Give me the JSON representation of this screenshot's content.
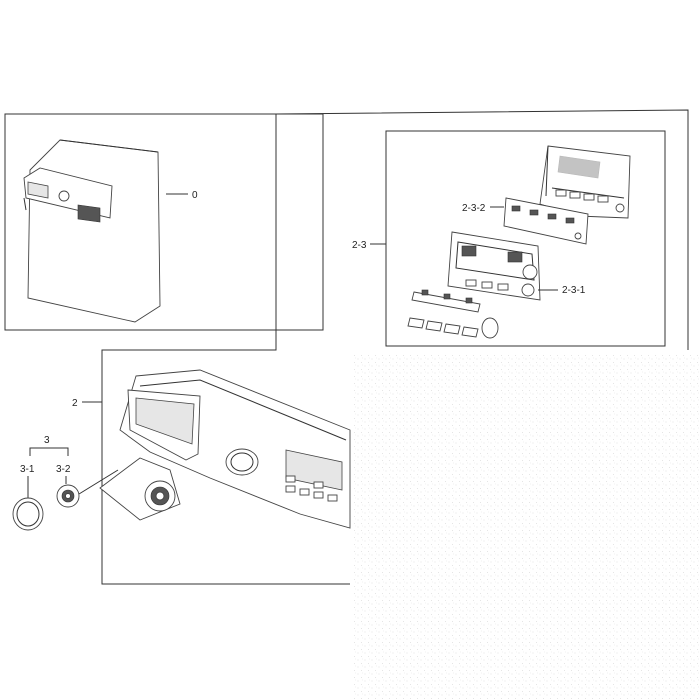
{
  "labels": {
    "assembly": "0",
    "control_panel": "2",
    "pcb_assembly": "2-3",
    "pcb_bracket": "2-3-2",
    "pcb_cover": "2-3-1",
    "knob_assembly": "3",
    "knob_cap": "3-1",
    "knob": "3-2"
  },
  "colors": {
    "line": "#333333",
    "part_fill": "#ffffff",
    "dark_part": "#555555",
    "texture": "#d8d8d8"
  }
}
